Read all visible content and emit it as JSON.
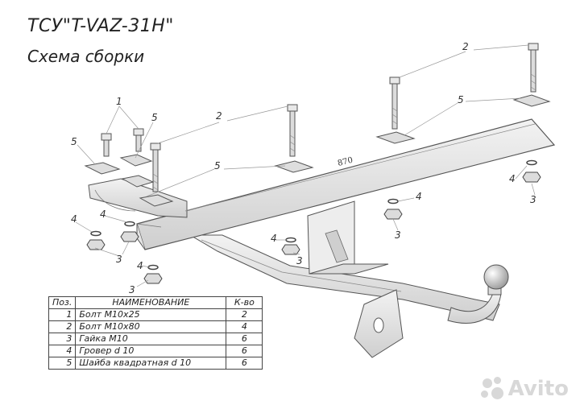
{
  "title": "ТСУ\"T-VAZ-31H\"",
  "subtitle": "Схема сборки",
  "dimension": "870",
  "callouts": {
    "bolt_m10x25": "1",
    "bolt_m10x80": "2",
    "nut": "3",
    "washer": "4",
    "square_washer": "5"
  },
  "table": {
    "headers": [
      "Поз.",
      "НАИМЕНОВАНИЕ",
      "К-во"
    ],
    "rows": [
      {
        "pos": "1",
        "name": "Болт М10х25",
        "qty": "2"
      },
      {
        "pos": "2",
        "name": "Болт М10х80",
        "qty": "4"
      },
      {
        "pos": "3",
        "name": "Гайка  М10",
        "qty": "6"
      },
      {
        "pos": "4",
        "name": "Гровер d 10",
        "qty": "6"
      },
      {
        "pos": "5",
        "name": "Шайба квадратная d 10",
        "qty": "6"
      }
    ]
  },
  "watermark": "Avito"
}
